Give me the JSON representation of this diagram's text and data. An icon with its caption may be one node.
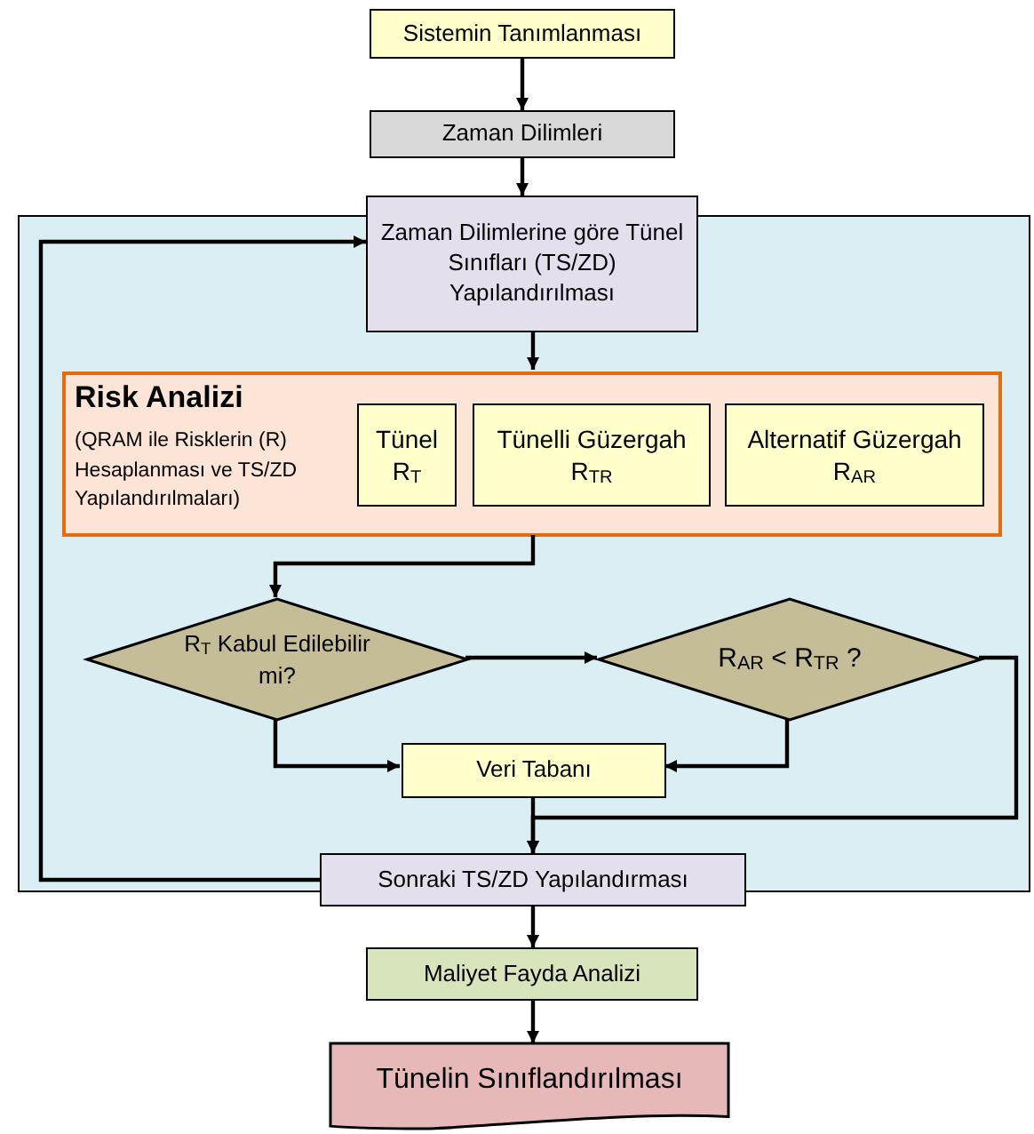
{
  "diagram": {
    "nodes": [
      {
        "text": [
          "Sistemin Tanımlanması"
        ]
      },
      {
        "text": [
          "Zaman Dilimleri"
        ]
      },
      {
        "text": [],
        "shape": "box"
      },
      {
        "text": [
          "Zaman Dilimlerine göre Tünel Sınıfları (TS/ZD) Yapılandırılması"
        ]
      },
      {
        "text": [
          "Risk Analizi",
          "(QRAM ile Risklerin (R) Hesaplanması ve TS/ZD Yapılandırılmaları)"
        ],
        "in": 2
      },
      {
        "text": [
          "Tünel R$_{T}$"
        ],
        "in": 4
      },
      {
        "text": [
          "Tünelli Güzergah R$_{TR}$"
        ],
        "in": 4
      },
      {
        "text": [
          "Alternatif Güzergah R$_{AR}$"
        ],
        "in": 4
      },
      {
        "text": [
          "R$_{T}$ Kabul Edilebilir mi?"
        ],
        "in": 2
      },
      {
        "text": [
          "R$_{AR}$ < R$_{TR}$ ?"
        ],
        "in": 2
      },
      {
        "text": [
          "Veri Tabanı"
        ],
        "in": 2
      },
      {
        "text": [
          "Sonraki TS/ZD Yapılandırması"
        ]
      },
      {
        "text": [
          "Maliyet Fayda Analizi"
        ]
      },
      {
        "text": [
          "Tünelin Sınıflandırılması"
        ]
      }
    ],
    "edges": [
      {
        "from": 0,
        "to": 1,
        "arrow": "to"
      },
      {
        "from": 1,
        "to": 3,
        "arrow": "to"
      },
      {
        "from": 3,
        "to": 4,
        "arrow": "to"
      },
      {
        "from": 4,
        "to": 8,
        "arrow": "to"
      },
      {
        "from": 8,
        "to": 9,
        "arrow": "to"
      },
      {
        "from": 8,
        "to": 10,
        "arrow": "to"
      },
      {
        "from": 9,
        "to": 10,
        "arrow": "to"
      },
      {
        "from": 9,
        "to": 11,
        "arrow": "to"
      },
      {
        "from": 10,
        "to": 11,
        "arrow": "to"
      },
      {
        "from": 11,
        "to": 3,
        "arrow": "to"
      },
      {
        "from": 11,
        "to": 12,
        "arrow": "to"
      },
      {
        "from": 12,
        "to": 13,
        "arrow": "to"
      }
    ]
  }
}
